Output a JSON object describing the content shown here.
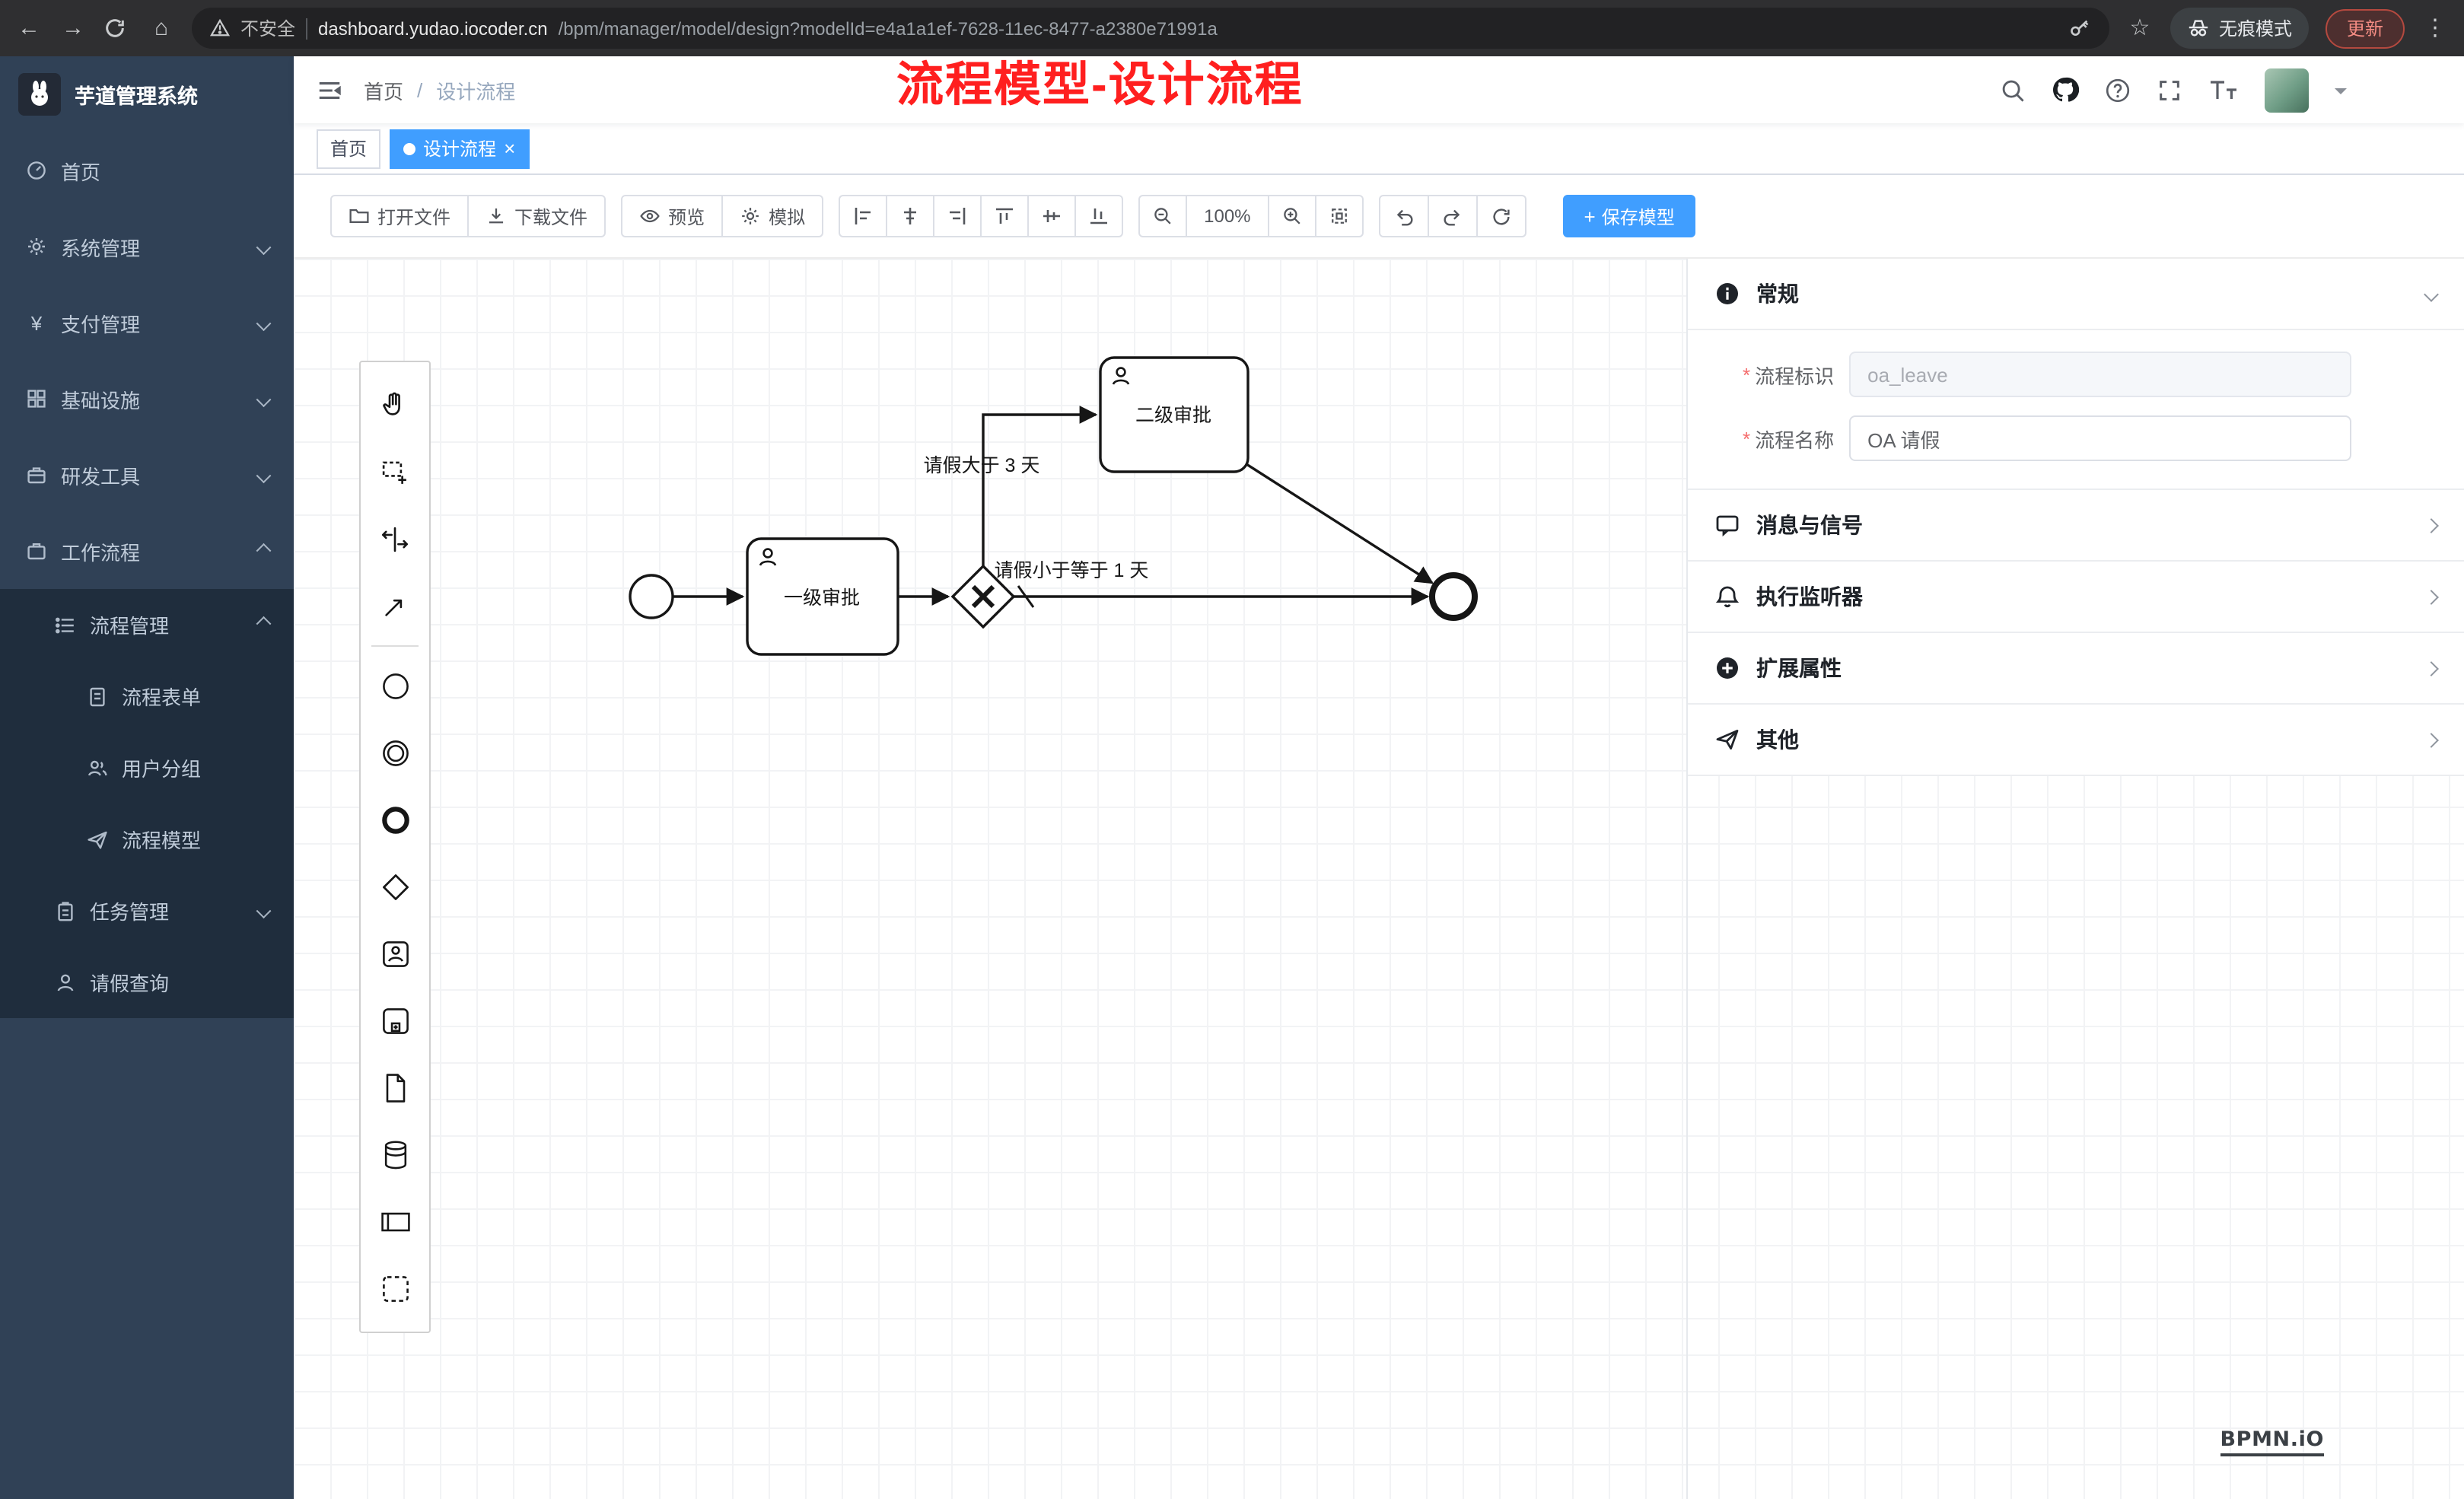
{
  "icons": {
    "back": "←",
    "forward": "→",
    "home": "⌂",
    "star": "☆",
    "menu_dots": "⋮",
    "plus": "+"
  },
  "browser": {
    "warning": "不安全",
    "host": "dashboard.yudao.iocoder.cn",
    "path": "/bpm/manager/model/design?modelId=e4a1a1ef-7628-11ec-8477-a2380e71991a",
    "incognito": "无痕模式",
    "update": "更新"
  },
  "sidebar": {
    "title": "芋道管理系统",
    "items": [
      {
        "label": "首页"
      },
      {
        "label": "系统管理"
      },
      {
        "label": "支付管理"
      },
      {
        "label": "基础设施"
      },
      {
        "label": "研发工具"
      },
      {
        "label": "工作流程"
      }
    ],
    "submenu": {
      "parent": "流程管理",
      "children": [
        "流程表单",
        "用户分组",
        "流程模型"
      ],
      "siblings": [
        "任务管理",
        "请假查询"
      ]
    }
  },
  "header": {
    "breadcrumb": [
      "首页",
      "设计流程"
    ],
    "separator": "/",
    "annotation": "流程模型-设计流程"
  },
  "tags": {
    "home": "首页",
    "active": "设计流程",
    "close": "×"
  },
  "toolbar": {
    "open": "打开文件",
    "download": "下载文件",
    "preview": "预览",
    "simulate": "模拟",
    "zoom": "100%",
    "save": "保存模型"
  },
  "diagram": {
    "task1": "一级审批",
    "task2": "二级审批",
    "cond_gt": "请假大于 3 天",
    "cond_le": "请假小于等于 1 天"
  },
  "panel": {
    "required": "*",
    "general": "常规",
    "fields": [
      {
        "label": "流程标识",
        "value": "oa_leave"
      },
      {
        "label": "流程名称",
        "value": "OA 请假"
      }
    ],
    "sections": [
      "消息与信号",
      "执行监听器",
      "扩展属性",
      "其他"
    ]
  },
  "watermark": "BPMN.iO"
}
